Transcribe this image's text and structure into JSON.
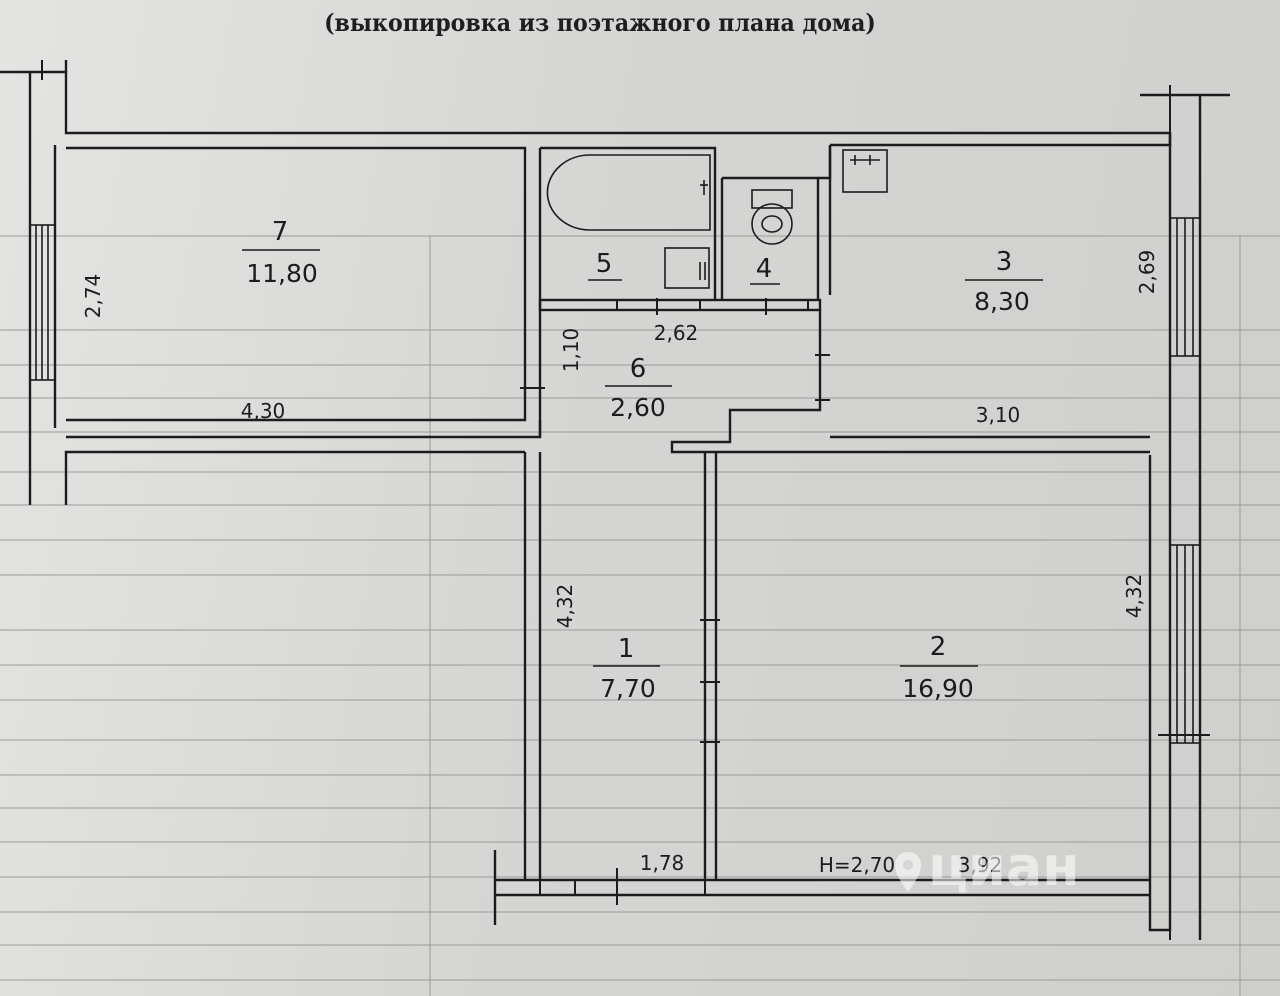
{
  "caption": "(выкопировка из поэтажного плана дома)",
  "plan": {
    "rooms": [
      {
        "number": "7",
        "area": "11,80"
      },
      {
        "number": "5",
        "area": ""
      },
      {
        "number": "4",
        "area": ""
      },
      {
        "number": "3",
        "area": "8,30"
      },
      {
        "number": "6",
        "area": "2,60"
      },
      {
        "number": "1",
        "area": "7,70"
      },
      {
        "number": "2",
        "area": "16,90"
      }
    ],
    "dimensions": {
      "room7_height": "2,74",
      "room7_width": "4,30",
      "corridor_width": "2,62",
      "hall_height": "1,10",
      "room3_width": "3,10",
      "room3_height": "2,69",
      "room1_height": "4,32",
      "room1_width": "1,78",
      "room2_width": "3,92",
      "room2_height": "4,32"
    },
    "ceiling_height": "H=2,70"
  },
  "watermark": {
    "text": "циан"
  },
  "colors": {
    "ink": "#1c1c1c",
    "paper": "#d9d9d7"
  }
}
